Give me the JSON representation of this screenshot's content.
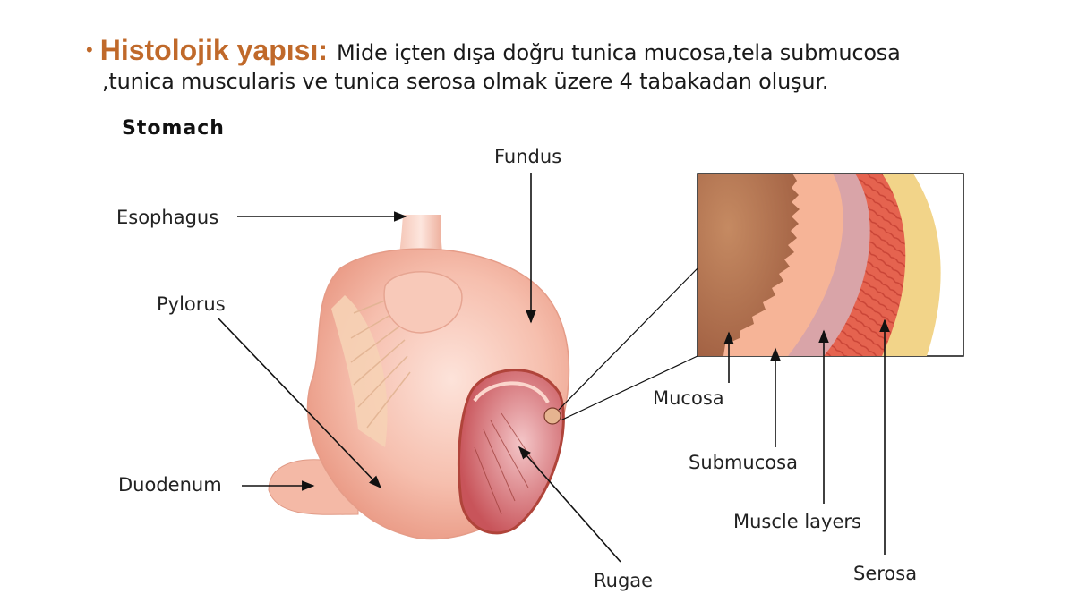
{
  "slide": {
    "bullet": "•",
    "heading": "Histolojik yapısı:",
    "line1": "Mide içten dışa doğru tunica mucosa,tela submucosa",
    "line2": ",tunica muscularis ve tunica serosa olmak üzere 4 tabakadan oluşur."
  },
  "diagram": {
    "title": "Stomach",
    "labels": {
      "esophagus": "Esophagus",
      "fundus": "Fundus",
      "pylorus": "Pylorus",
      "duodenum": "Duodenum",
      "rugae": "Rugae",
      "mucosa": "Mucosa",
      "submucosa": "Submucosa",
      "muscle_layers": "Muscle layers",
      "serosa": "Serosa"
    },
    "colors": {
      "heading": "#c0692a",
      "stomach_light": "#fbd9cf",
      "stomach_mid": "#f0a896",
      "mucosa_inner": "#c07a55",
      "mucosa": "#f6b497",
      "submucosa": "#d9a4a8",
      "muscle": "#e4604c",
      "serosa": "#f2d489"
    }
  }
}
